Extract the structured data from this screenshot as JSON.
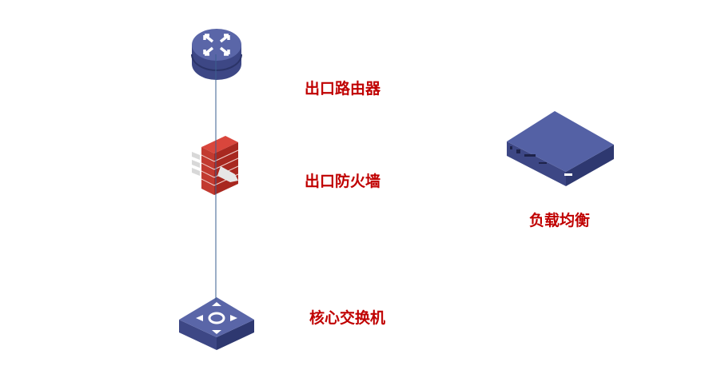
{
  "colors": {
    "label": "#c00000",
    "device": "#4e5b9c",
    "firewall": "#b8322a",
    "link": "#3a5f8f"
  },
  "devices": [
    {
      "id": "router",
      "label": "出口路由器",
      "icon": "router-icon"
    },
    {
      "id": "firewall",
      "label": "出口防火墙",
      "icon": "firewall-icon"
    },
    {
      "id": "core-switch",
      "label": "核心交换机",
      "icon": "switch-icon"
    },
    {
      "id": "load-balancer",
      "label": "负载均衡",
      "icon": "load-balancer-icon"
    }
  ]
}
